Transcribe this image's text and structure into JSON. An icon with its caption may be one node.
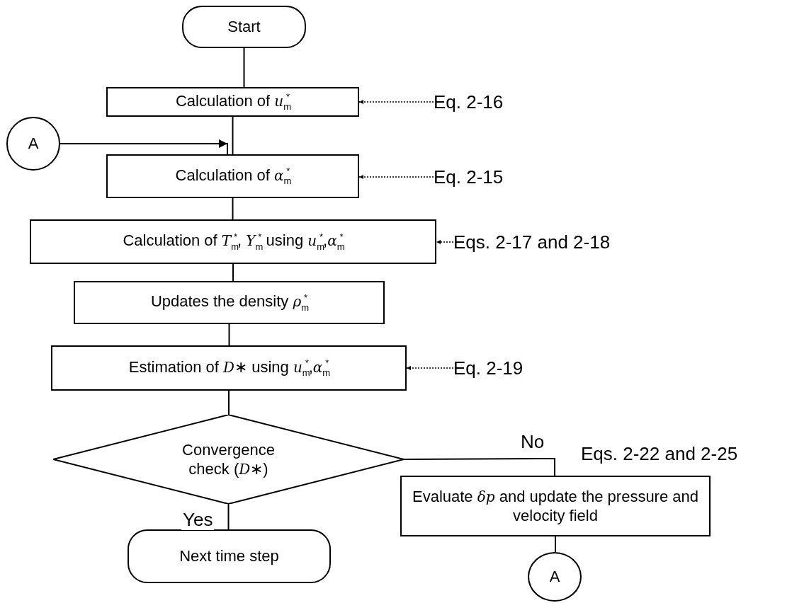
{
  "diagram": {
    "nodes": [
      {
        "text": [
          "Start"
        ]
      },
      {
        "text": [
          "Calculation of *u*$_{m}$$^{*}$"
        ]
      },
      {
        "text": [
          "Eq. 2-16"
        ]
      },
      {
        "text": [
          "A"
        ]
      },
      {
        "text": [
          "Calculation of *α*$_{m}$$^{*}$"
        ]
      },
      {
        "text": [
          "Eq. 2-15"
        ]
      },
      {
        "text": [
          "Calculation of *T*$_{m}$$^{*}$, *Y*$_{m}$$^{*}$ using *u*$_{m}$$^{*}$,*α*$_{m}$$^{*}$"
        ]
      },
      {
        "text": [
          "Eqs. 2-17 and 2-18"
        ]
      },
      {
        "text": [
          "Updates the density *ρ*$_{m}$$^{*}$"
        ]
      },
      {
        "text": [
          "Estimation of *D*∗ using *u*$_{m}$$^{*}$,*α*$_{m}$$^{*}$"
        ]
      },
      {
        "text": [
          "Eq. 2-19"
        ]
      },
      {
        "text": [
          "Convergence check (*D*∗)"
        ]
      },
      {
        "text": [
          "Evaluate *δp* and update the pressure and velocity field"
        ],
        "beside": [
          "Eqs. 2-22 and 2-25"
        ]
      },
      {
        "text": [
          "Next time step"
        ]
      },
      {
        "text": [
          "A"
        ]
      }
    ],
    "edges": [
      {
        "from": 0,
        "to": 1,
        "arrow": "none"
      },
      {
        "from": 1,
        "to": 4,
        "arrow": "none"
      },
      {
        "from": 3,
        "to": 4,
        "arrow": "to"
      },
      {
        "from": 4,
        "to": 6,
        "arrow": "none"
      },
      {
        "from": 6,
        "to": 8,
        "arrow": "none"
      },
      {
        "from": 8,
        "to": 9,
        "arrow": "none"
      },
      {
        "from": 9,
        "to": 11,
        "arrow": "none"
      },
      {
        "from": 11,
        "to": 13,
        "arrow": "none",
        "label": "Yes"
      },
      {
        "from": 11,
        "to": 12,
        "arrow": "none",
        "label": "No"
      },
      {
        "from": 12,
        "to": 14,
        "arrow": "none"
      },
      {
        "from": 2,
        "to": 1,
        "arrow": "to",
        "style": "dashed"
      },
      {
        "from": 5,
        "to": 4,
        "arrow": "to",
        "style": "dashed"
      },
      {
        "from": 7,
        "to": 6,
        "arrow": "to",
        "style": "dashed"
      },
      {
        "from": 10,
        "to": 9,
        "arrow": "to",
        "style": "dashed"
      }
    ]
  }
}
